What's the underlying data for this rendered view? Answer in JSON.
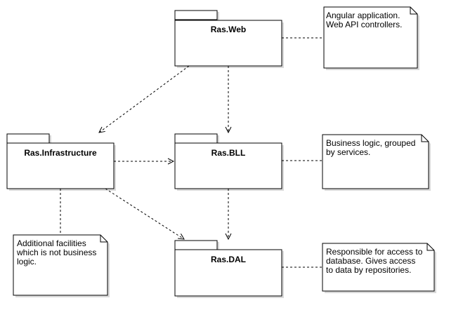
{
  "packages": {
    "web": "Ras.Web",
    "infrastructure": "Ras.Infrastructure",
    "bll": "Ras.BLL",
    "dal": "Ras.DAL"
  },
  "notes": {
    "web": [
      "Angular application.",
      "Web API controllers."
    ],
    "bll": [
      "Business logic, grouped",
      "by services."
    ],
    "infrastructure": [
      "Additional facilities",
      "which is not business",
      "logic."
    ],
    "dal": [
      "Responsible for access to",
      "database. Gives access",
      "to data by repositories."
    ]
  },
  "colors": {
    "stroke": "#000000",
    "shadow": "#d9d9d9",
    "background": "#ffffff"
  }
}
